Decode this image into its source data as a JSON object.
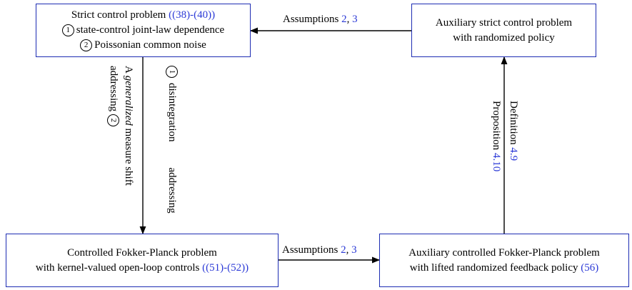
{
  "boxes": {
    "strict": {
      "title": "Strict control problem ",
      "ref_open": "(",
      "ref_a": "(38)",
      "ref_dash": "-",
      "ref_b": "(40)",
      "ref_close": ")",
      "item1_num": "1",
      "item1_text": "state-control joint-law dependence",
      "item2_num": "2",
      "item2_text": "Poissonian common noise"
    },
    "aux_strict": {
      "line1": "Auxiliary strict control problem",
      "line2": "with randomized policy"
    },
    "controlled_fp": {
      "line1": "Controlled Fokker-Planck problem",
      "line2_text": "with kernel-valued open-loop controls ",
      "ref_open": "(",
      "ref_a": "(51)",
      "ref_dash": "-",
      "ref_b": "(52)",
      "ref_close": ")"
    },
    "aux_fp": {
      "line1": "Auxiliary controlled Fokker-Planck problem",
      "line2_text": "with lifted randomized feedback policy ",
      "ref": "(56)"
    }
  },
  "edges": {
    "top": {
      "text": "Assumptions ",
      "ref1": "2",
      "sep": ", ",
      "ref2": "3"
    },
    "bottom": {
      "text": "Assumptions ",
      "ref1": "2",
      "sep": ", ",
      "ref2": "3"
    },
    "left": {
      "col1_num": "1",
      "col1_word1": "disintegration",
      "col1_word2": "addressing",
      "col2_pre": "A ",
      "col2_em": "generalized",
      "col2_post": " measure shift",
      "col3_text": "addressing ",
      "col3_num": "2"
    },
    "right": {
      "line1_text": "Definition ",
      "line1_ref": "4.9",
      "line2_text": "Proposition ",
      "line2_ref": "4.10"
    }
  },
  "colors": {
    "box_border": "#1d2cb3",
    "reference": "#2a38d6",
    "arrow": "#000000"
  }
}
